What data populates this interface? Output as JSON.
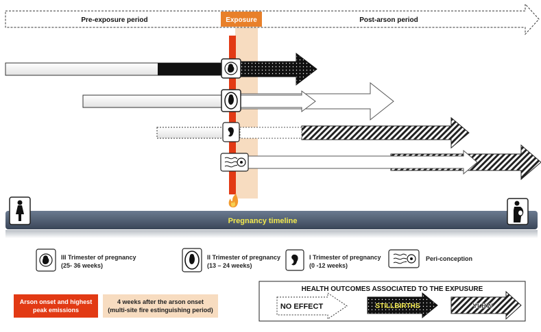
{
  "timeline": {
    "pre_exposure_label": "Pre-exposure period",
    "exposure_label": "Exposure",
    "post_label": "Post-arson period",
    "bar_label": "Pregnancy timeline"
  },
  "legend": {
    "trimester3": "III Trimester of pregnancy\n(25- 36 weeks)",
    "trimester2": "II Trimester of pregnancy\n(13 – 24 weeks)",
    "trimester1": "I Trimester of pregnancy\n(0 -12 weeks)",
    "periconception": "Peri-conception",
    "arson_onset": "Arson onset and highest peak emissions",
    "four_weeks": "4 weeks after the arson onset (multi-site fire estinguishing period)"
  },
  "outcomes": {
    "title": "HEALTH OUTCOMES ASSOCIATED TO THE EXPUSURE",
    "no_effect": "NO EFFECT",
    "stillbirths": "STILLBIRTHS",
    "vlbw": "VLBW"
  },
  "colors": {
    "exposure_orange": "#e8802a",
    "arson_red": "#e23a14",
    "estinguish_beige": "#f7dcc0",
    "bar_gradient_top": "#5a6a80",
    "bar_gradient_bottom": "#3d4a5c",
    "bar_text": "#f2e94e",
    "stillbirths_text": "#f2e94e"
  },
  "icons": {
    "woman": "woman-icon",
    "pregnant_woman": "pregnant-woman-icon",
    "fetus_t3": "fetus-third-trimester-icon",
    "fetus_t2": "fetus-second-trimester-icon",
    "fetus_t1": "fetus-first-trimester-icon",
    "sperm_egg": "sperm-egg-icon",
    "fire": "fire-icon"
  }
}
